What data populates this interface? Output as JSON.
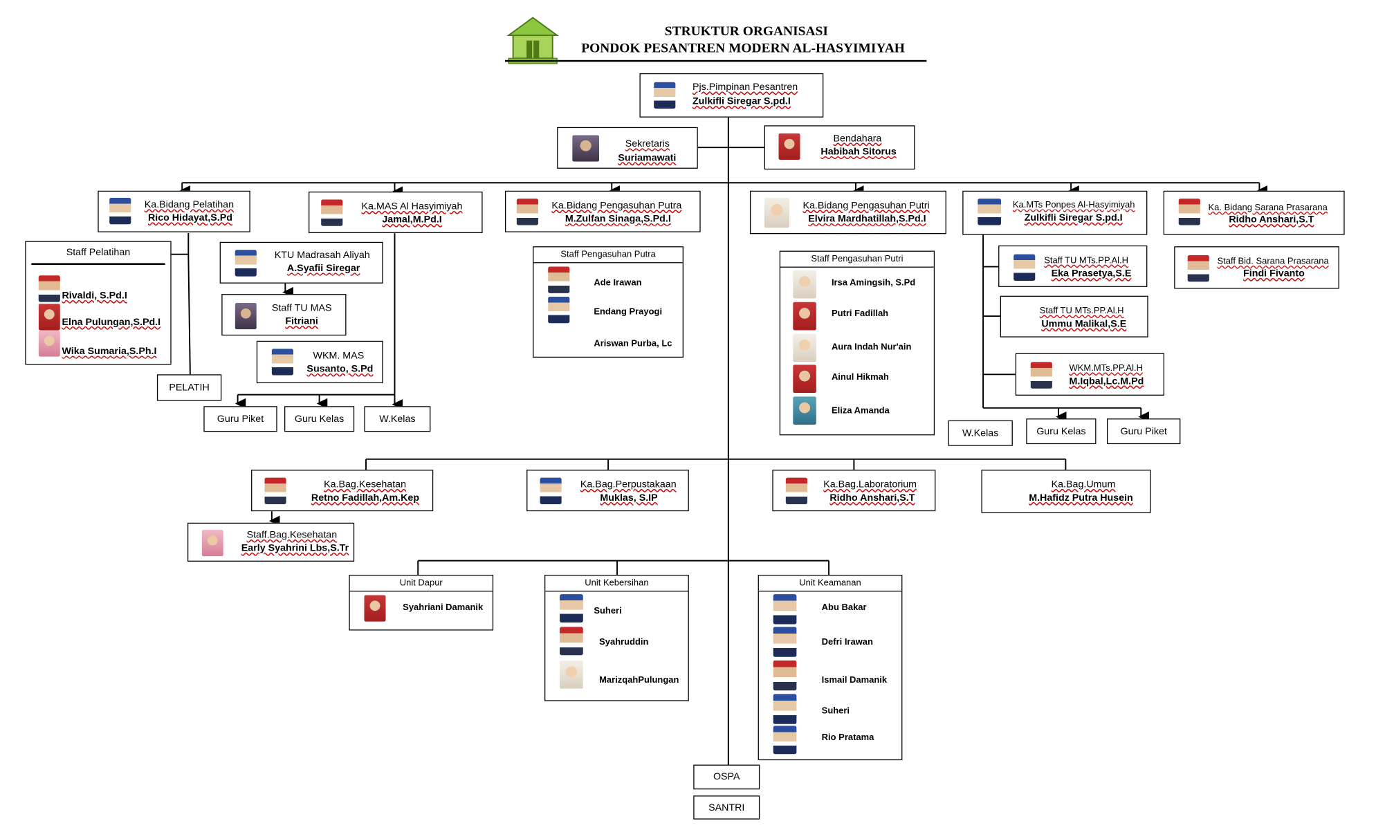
{
  "header": {
    "line1": "STRUKTUR ORGANISASI",
    "line2": "PONDOK PESANTREN MODERN AL-HASYIMIYAH",
    "logo_icon": "mosque-logo-icon",
    "logo_color": "#8dc63f"
  },
  "leader": {
    "title": "Pjs.Pimpinan Pesantren",
    "name": "Zulkifli Siregar S.pd.I"
  },
  "sekretaris": {
    "title": "Sekretaris",
    "name": "Suriamawati"
  },
  "bendahara": {
    "title": "Bendahara",
    "name": "Habibah Sitorus"
  },
  "heads": {
    "pelatihan": {
      "title": "Ka.Bidang Pelatihan",
      "name": "Rico Hidayat,S.Pd"
    },
    "mas": {
      "title": "Ka.MAS Al Hasyimiyah",
      "name": "Jamal,M.Pd.I"
    },
    "pengasuhan_putra": {
      "title": "Ka.Bidang Pengasuhan Putra",
      "name": "M.Zulfan Sinaga,S.Pd.I"
    },
    "pengasuhan_putri": {
      "title": "Ka.Bidang Pengasuhan Putri",
      "name": "Elvira Mardhatillah,S.Pd.I"
    },
    "mts": {
      "title": "Ka.MTs Ponpes Al-Hasyimiyah",
      "name": "Zulkifli Siregar S.pd.I"
    },
    "sarana": {
      "title": "Ka. Bidang Sarana Prasarana",
      "name": "Ridho Anshari,S.T"
    }
  },
  "staff_pelatihan": {
    "title": "Staff Pelatihan",
    "members": [
      "Rivaldi, S.Pd.I",
      "Elna Pulungan,S.Pd.I",
      "Wika Sumaria,S.Ph.I"
    ]
  },
  "pelatih": "PELATIH",
  "mas_units": {
    "ktu": {
      "title": "KTU Madrasah Aliyah",
      "name": "A.Syafii Siregar"
    },
    "staff_tu": {
      "title": "Staff TU MAS",
      "name": "Fitriani"
    },
    "wkm": {
      "title": "WKM. MAS",
      "name": "Susanto, S.Pd"
    },
    "guru_piket": "Guru Piket",
    "guru_kelas": "Guru Kelas",
    "w_kelas": "W.Kelas"
  },
  "staff_putra": {
    "title": "Staff Pengasuhan Putra",
    "members": [
      "Ade Irawan",
      "Endang Prayogi",
      "Ariswan Purba, Lc"
    ]
  },
  "staff_putri": {
    "title": "Staff Pengasuhan Putri",
    "members": [
      "Irsa Amingsih, S.Pd",
      "Putri Fadillah",
      "Aura Indah Nur'ain",
      "Ainul Hikmah",
      "Eliza Amanda"
    ]
  },
  "mts_units": {
    "staff_tu1": {
      "title": "Staff TU MTs.PP.Al.H",
      "name": "Eka Prasetya,S.E"
    },
    "staff_tu2": {
      "title": "Staff TU MTs.PP.Al.H",
      "name": "Ummu Malikal,S.E"
    },
    "wkm": {
      "title": "WKM.MTs.PP.Al.H",
      "name": "M.Iqbal,Lc.M.Pd"
    },
    "w_kelas": "W.Kelas",
    "guru_kelas": "Guru Kelas",
    "guru_piket": "Guru Piket"
  },
  "staff_sarana": {
    "title": "Staff Bid. Sarana Prasarana",
    "name": "Findi Fivanto"
  },
  "bagian": {
    "kesehatan": {
      "title": "Ka.Bag.Kesehatan",
      "name": "Retno Fadillah,Am.Kep"
    },
    "staff_kesehatan": {
      "title": "Staff.Bag.Kesehatan",
      "name": "Early Syahrini Lbs,S.Tr"
    },
    "perpustakaan": {
      "title": "Ka.Bag.Perpustakaan",
      "name": "Muklas, S.IP"
    },
    "laboratorium": {
      "title": "Ka.Bag.Laboratorium",
      "name": "Ridho Anshari,S.T"
    },
    "umum": {
      "title": "Ka.Bag.Umum",
      "name": "M.Hafidz Putra Husein"
    }
  },
  "units": {
    "dapur": {
      "title": "Unit Dapur",
      "members": [
        "Syahriani Damanik"
      ]
    },
    "kebersihan": {
      "title": "Unit Kebersihan",
      "members": [
        "Suheri",
        "Syahruddin",
        "MarizqahPulungan"
      ]
    },
    "keamanan": {
      "title": "Unit Keamanan",
      "members": [
        "Abu Bakar",
        "Defri Irawan",
        "Ismail Damanik",
        "Suheri",
        "Rio Pratama"
      ]
    }
  },
  "ospa": "OSPA",
  "santri": "SANTRI"
}
